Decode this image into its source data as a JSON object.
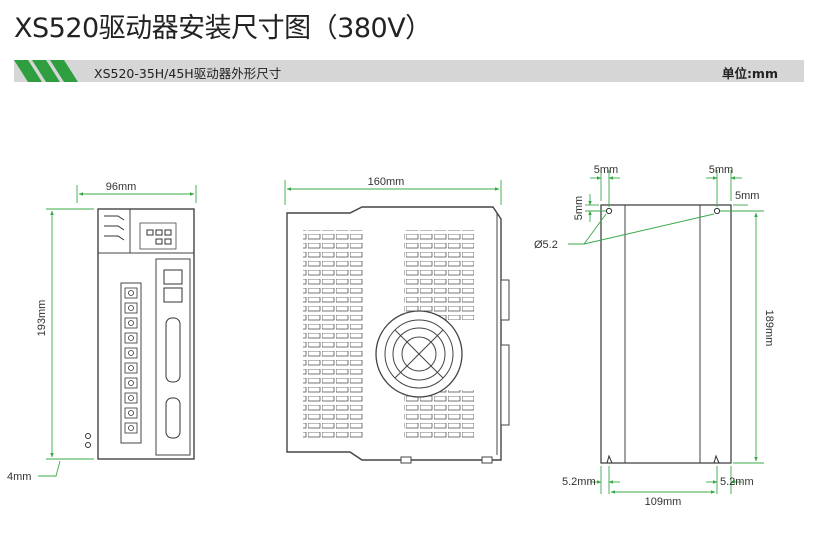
{
  "title": "XS520驱动器安装尺寸图（380V）",
  "subtitle": "XS520-35H/45H驱动器外形尺寸",
  "unit": "单位:mm",
  "colors": {
    "accent": "#2e9e3e",
    "dimension_line": "#3aa84a",
    "outline": "#444444",
    "header_bar": "#d6d6d6"
  },
  "dimensions": {
    "front_width": "96mm",
    "front_height": "193mm",
    "front_bottom": "4mm",
    "side_width": "160mm",
    "mount_left_offset": "5mm",
    "mount_right_offset": "5mm",
    "mount_top_left": "5mm",
    "mount_top_right": "5mm",
    "hole_diameter": "Ø5.2",
    "mount_height": "189mm",
    "mount_bottom_left": "5.2mm",
    "mount_bottom_right": "5.2mm",
    "mount_width": "109mm"
  }
}
